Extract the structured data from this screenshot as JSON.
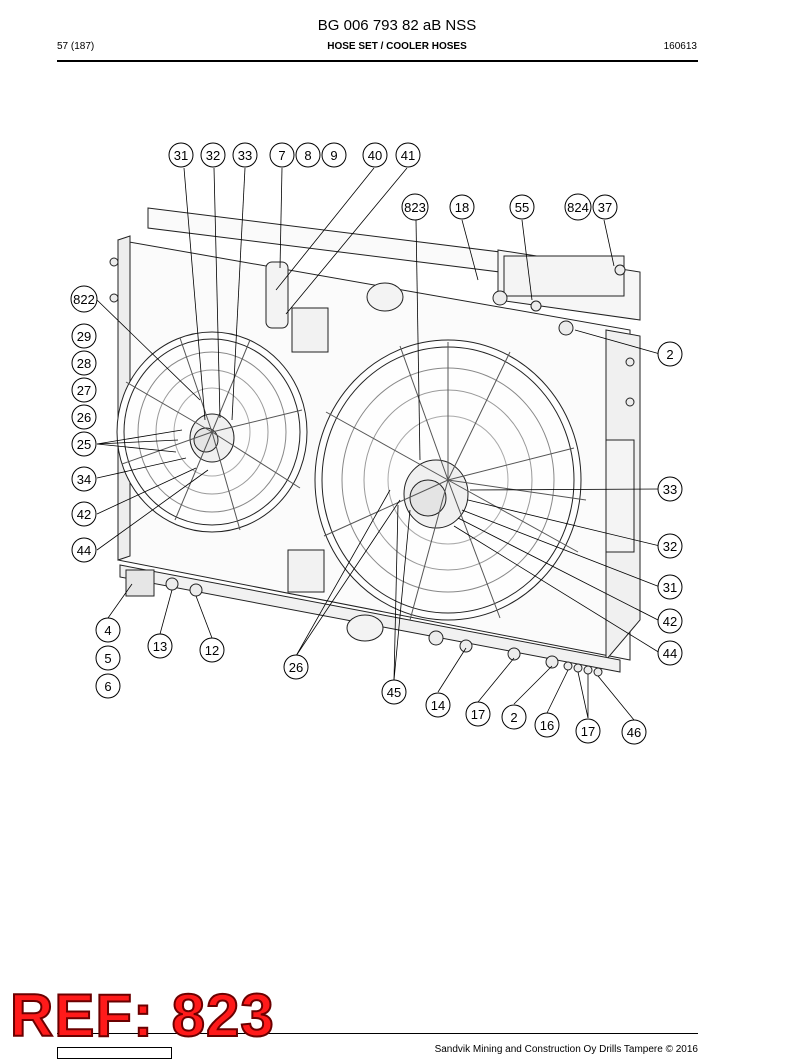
{
  "header": {
    "doc_title": "BG 006 793 82 aB NSS",
    "page_ref": "57 (187)",
    "section_title": "HOSE SET / COOLER HOSES",
    "doc_date": "160613"
  },
  "stamp": {
    "text": "REF: 823"
  },
  "footer": {
    "copyright": "Sandvik Mining and Construction Oy Drills Tampere © 2016"
  },
  "callouts": [
    {
      "id": "c31a",
      "label": "31"
    },
    {
      "id": "c32a",
      "label": "32"
    },
    {
      "id": "c33a",
      "label": "33"
    },
    {
      "id": "c7",
      "label": "7"
    },
    {
      "id": "c8",
      "label": "8"
    },
    {
      "id": "c9",
      "label": "9"
    },
    {
      "id": "c40",
      "label": "40"
    },
    {
      "id": "c41",
      "label": "41"
    },
    {
      "id": "c823",
      "label": "823"
    },
    {
      "id": "c18",
      "label": "18"
    },
    {
      "id": "c55",
      "label": "55"
    },
    {
      "id": "c824",
      "label": "824"
    },
    {
      "id": "c37",
      "label": "37"
    },
    {
      "id": "c822",
      "label": "822"
    },
    {
      "id": "c29",
      "label": "29"
    },
    {
      "id": "c28",
      "label": "28"
    },
    {
      "id": "c27",
      "label": "27"
    },
    {
      "id": "c26a",
      "label": "26"
    },
    {
      "id": "c25",
      "label": "25"
    },
    {
      "id": "c34",
      "label": "34"
    },
    {
      "id": "c42a",
      "label": "42"
    },
    {
      "id": "c44a",
      "label": "44"
    },
    {
      "id": "c2a",
      "label": "2"
    },
    {
      "id": "c33b",
      "label": "33"
    },
    {
      "id": "c32b",
      "label": "32"
    },
    {
      "id": "c31b",
      "label": "31"
    },
    {
      "id": "c42b",
      "label": "42"
    },
    {
      "id": "c44b",
      "label": "44"
    },
    {
      "id": "c4",
      "label": "4"
    },
    {
      "id": "c5",
      "label": "5"
    },
    {
      "id": "c6",
      "label": "6"
    },
    {
      "id": "c13",
      "label": "13"
    },
    {
      "id": "c12",
      "label": "12"
    },
    {
      "id": "c26b",
      "label": "26"
    },
    {
      "id": "c45",
      "label": "45"
    },
    {
      "id": "c14",
      "label": "14"
    },
    {
      "id": "c17a",
      "label": "17"
    },
    {
      "id": "c2b",
      "label": "2"
    },
    {
      "id": "c16",
      "label": "16"
    },
    {
      "id": "c17b",
      "label": "17"
    },
    {
      "id": "c46",
      "label": "46"
    }
  ]
}
